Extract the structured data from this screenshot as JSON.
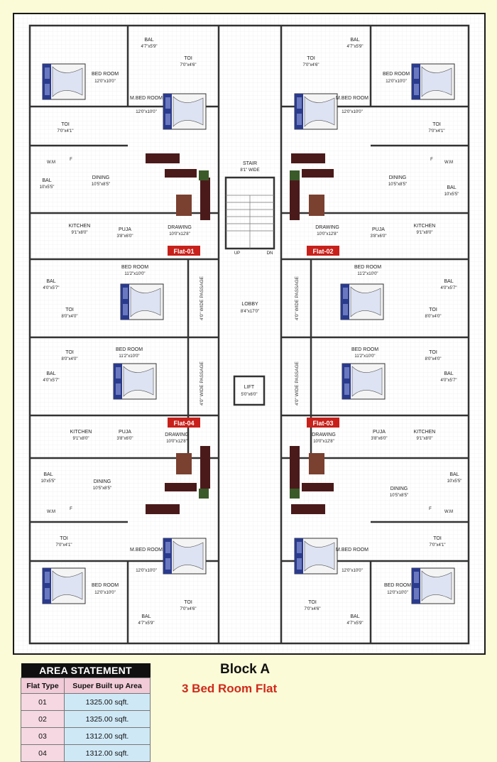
{
  "rooms": {
    "bal_top": "BAL",
    "bal_top_dim": "4'7\"x5'9\"",
    "toi": "TOI",
    "toi_top_dim": "7'0\"x4'6\"",
    "bed_room": "BED ROOM",
    "bed_dim_12x10": "12'0\"x10'0\"",
    "m_bed_room": "M.BED ROOM",
    "m_bed_dim": "12'0\"x10'0\"",
    "toi_dim_7x4": "7'0\"x4'1\"",
    "wm": "W.M",
    "f": "F",
    "bal_side": "BAL",
    "bal_side_dim": "10'x5'5\"",
    "dining": "DINING",
    "dining_dim": "10'5\"x8'5\"",
    "kitchen": "KITCHEN",
    "kitchen_dim": "9'1\"x8'0\"",
    "puja": "PUJA",
    "puja_dim": "3'8\"x6'0\"",
    "drawing": "DRAWING",
    "drawing_dim": "10'0\"x12'8\"",
    "bed_dim_11": "11'2\"x10'0\"",
    "bal_mid_dim": "4'0\"x5'7\"",
    "toi_mid_dim": "8'0\"x4'0\"",
    "stair": "STAIR",
    "stair_dim": "8'1\" WIDE",
    "up": "UP",
    "dn": "DN",
    "lobby": "LOBBY",
    "lobby_dim": "8'4\"x17'0\"",
    "lift": "LIFT",
    "lift_dim": "5'0\"x6'0\"",
    "passage": "4'0\" WIDE PASSAGE"
  },
  "flats": {
    "f01": "Flat-01",
    "f02": "Flat-02",
    "f03": "Flat-03",
    "f04": "Flat-04"
  },
  "area_statement": {
    "title": "AREA STATEMENT",
    "col_type": "Flat Type",
    "col_area": "Super Built up Area",
    "rows": [
      {
        "type": "01",
        "area": "1325.00 sqft."
      },
      {
        "type": "02",
        "area": "1325.00 sqft."
      },
      {
        "type": "03",
        "area": "1312.00 sqft."
      },
      {
        "type": "04",
        "area": "1312.00 sqft."
      }
    ]
  },
  "block": {
    "title": "Block A",
    "subtitle": "3 Bed Room Flat"
  },
  "colors": {
    "flat_tag": "#c8201a",
    "bed_blue": "#2a3a8c",
    "furniture_dark": "#4a1a1a",
    "subtitle_red": "#cf2a1a"
  }
}
